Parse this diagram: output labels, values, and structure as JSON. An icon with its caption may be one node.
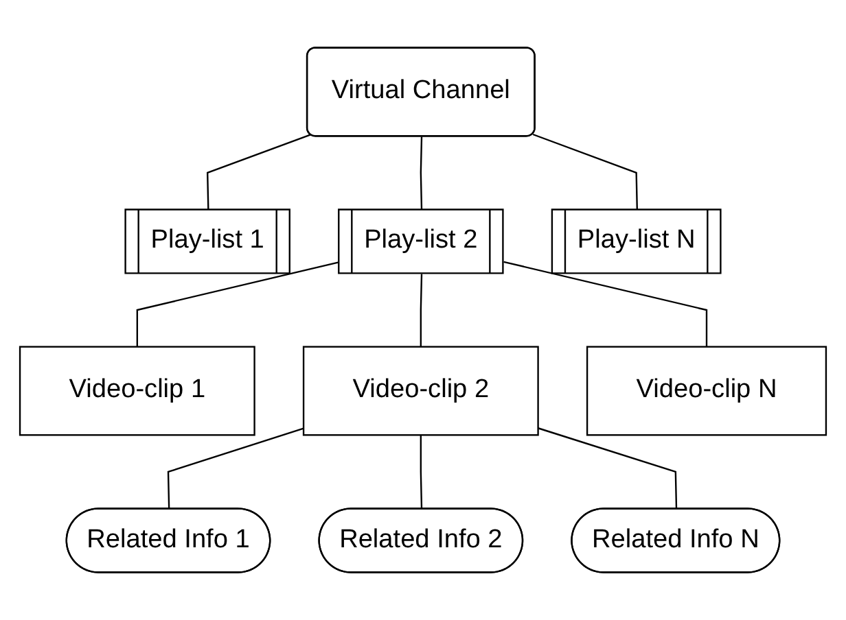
{
  "diagram": {
    "nodes": [
      {
        "text": [
          "Virtual Channel"
        ]
      },
      {
        "text": [
          "Play-list 1"
        ]
      },
      {
        "text": [
          "Play-list 2"
        ]
      },
      {
        "text": [
          "Play-list N"
        ]
      },
      {
        "text": [
          "Video-clip 1"
        ]
      },
      {
        "text": [
          "Video-clip 2"
        ]
      },
      {
        "text": [
          "Video-clip N"
        ]
      },
      {
        "text": [
          "Related Info 1"
        ]
      },
      {
        "text": [
          "Related Info 2"
        ]
      },
      {
        "text": [
          "Related Info N"
        ]
      }
    ],
    "edges": [
      {
        "from": 0,
        "to": 1,
        "arrow": "none"
      },
      {
        "from": 0,
        "to": 2,
        "arrow": "none"
      },
      {
        "from": 0,
        "to": 3,
        "arrow": "none"
      },
      {
        "from": 2,
        "to": 4,
        "arrow": "none"
      },
      {
        "from": 2,
        "to": 5,
        "arrow": "none"
      },
      {
        "from": 2,
        "to": 6,
        "arrow": "none"
      },
      {
        "from": 5,
        "to": 7,
        "arrow": "none"
      },
      {
        "from": 5,
        "to": 8,
        "arrow": "none"
      },
      {
        "from": 5,
        "to": 9,
        "arrow": "none"
      }
    ]
  }
}
